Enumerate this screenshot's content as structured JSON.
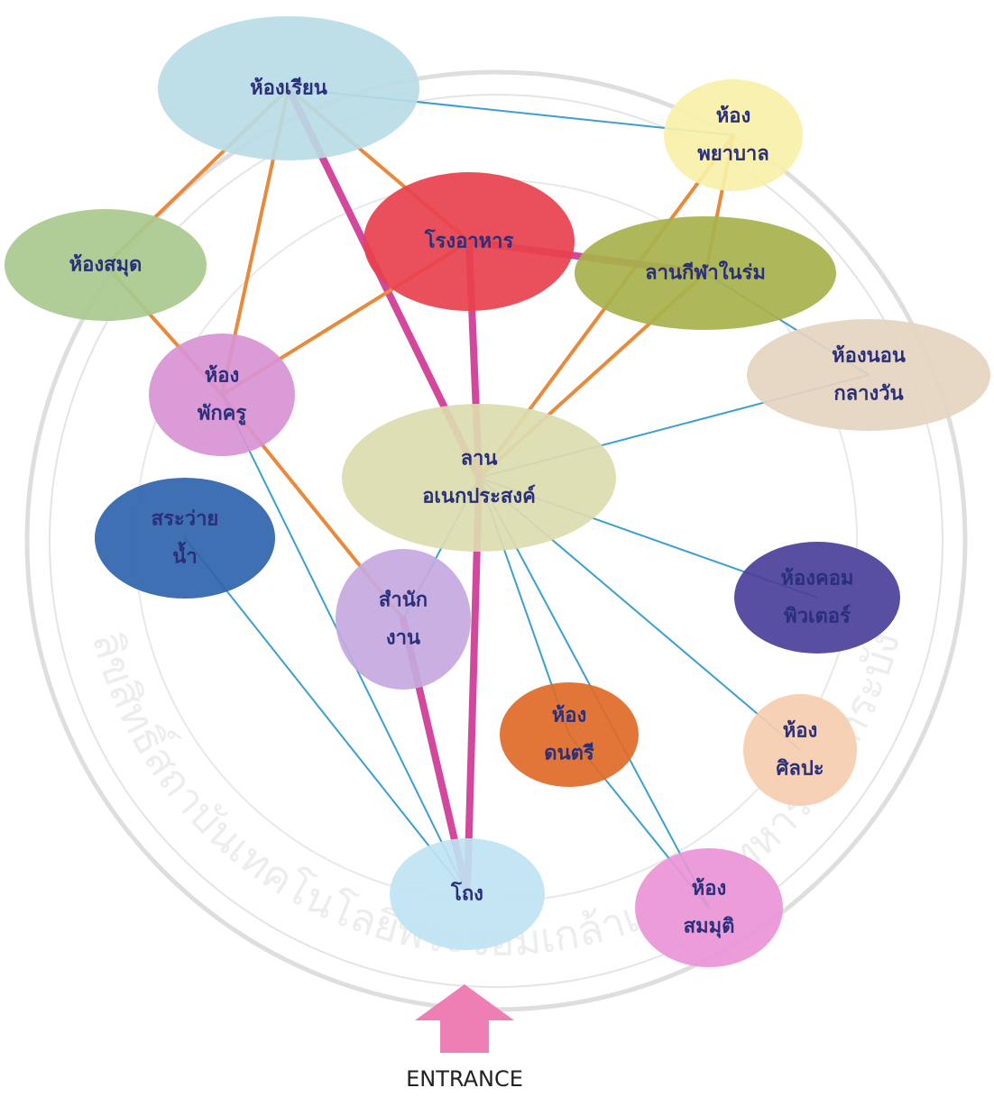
{
  "nodes": [
    {
      "key": "classroom",
      "lines": [
        "ห้องเรียน"
      ],
      "color": "#b9dbe6"
    },
    {
      "key": "nurse",
      "lines": [
        "ห้อง",
        "พยาบาล"
      ],
      "color": "#f7f0a8"
    },
    {
      "key": "library",
      "lines": [
        "ห้องสมุด"
      ],
      "color": "#a9c98e"
    },
    {
      "key": "canteen",
      "lines": [
        "โรงอาหาร"
      ],
      "color": "#e8414e"
    },
    {
      "key": "indoor_sport",
      "lines": [
        "ลานกีฬาในร่ม"
      ],
      "color": "#a7b24c"
    },
    {
      "key": "nap_room",
      "lines": [
        "ห้องนอน",
        "กลางวัน"
      ],
      "color": "#e5d4c0"
    },
    {
      "key": "teacher_room",
      "lines": [
        "ห้อง",
        "พักครู"
      ],
      "color": "#d893d4"
    },
    {
      "key": "plaza",
      "lines": [
        "ลาน",
        "อเนกประสงค์"
      ],
      "color": "#dcdcb0"
    },
    {
      "key": "pool",
      "lines": [
        "สระว่าย",
        "น้ำ"
      ],
      "color": "#2f64ad"
    },
    {
      "key": "office",
      "lines": [
        "สำนัก",
        "งาน"
      ],
      "color": "#c6a9e0"
    },
    {
      "key": "computer",
      "lines": [
        "ห้องคอม",
        "พิวเตอร์"
      ],
      "color": "#4a3f9a"
    },
    {
      "key": "music",
      "lines": [
        "ห้อง",
        "ดนตรี"
      ],
      "color": "#e06a28"
    },
    {
      "key": "art",
      "lines": [
        "ห้อง",
        "ศิลปะ"
      ],
      "color": "#f5cdb0"
    },
    {
      "key": "hall",
      "lines": [
        "โถง"
      ],
      "color": "#bfe3f2"
    },
    {
      "key": "simulation",
      "lines": [
        "ห้อง",
        "สมมุติ"
      ],
      "color": "#ea95d6"
    }
  ],
  "links": [
    {
      "from": "classroom",
      "to": "nurse",
      "kind": "blue"
    },
    {
      "from": "classroom",
      "to": "library",
      "kind": "orange"
    },
    {
      "from": "classroom",
      "to": "teacher_room",
      "kind": "orange"
    },
    {
      "from": "classroom",
      "to": "canteen",
      "kind": "orange"
    },
    {
      "from": "classroom",
      "to": "plaza",
      "kind": "pink"
    },
    {
      "from": "nurse",
      "to": "indoor_sport",
      "kind": "orange"
    },
    {
      "from": "nurse",
      "to": "plaza",
      "kind": "orange"
    },
    {
      "from": "library",
      "to": "teacher_room",
      "kind": "orange"
    },
    {
      "from": "canteen",
      "to": "teacher_room",
      "kind": "orange"
    },
    {
      "from": "canteen",
      "to": "plaza",
      "kind": "pink"
    },
    {
      "from": "canteen",
      "to": "indoor_sport",
      "kind": "pink"
    },
    {
      "from": "indoor_sport",
      "to": "plaza",
      "kind": "orange"
    },
    {
      "from": "indoor_sport",
      "to": "nap_room",
      "kind": "blue"
    },
    {
      "from": "nap_room",
      "to": "plaza",
      "kind": "blue"
    },
    {
      "from": "teacher_room",
      "to": "office",
      "kind": "orange"
    },
    {
      "from": "teacher_room",
      "to": "hall",
      "kind": "blue"
    },
    {
      "from": "pool",
      "to": "hall",
      "kind": "blue"
    },
    {
      "from": "plaza",
      "to": "office",
      "kind": "blue"
    },
    {
      "from": "plaza",
      "to": "computer",
      "kind": "blue"
    },
    {
      "from": "plaza",
      "to": "music",
      "kind": "blue"
    },
    {
      "from": "plaza",
      "to": "art",
      "kind": "blue"
    },
    {
      "from": "plaza",
      "to": "simulation",
      "kind": "blue"
    },
    {
      "from": "plaza",
      "to": "hall",
      "kind": "pink"
    },
    {
      "from": "office",
      "to": "hall",
      "kind": "pink"
    },
    {
      "from": "music",
      "to": "simulation",
      "kind": "blue"
    }
  ],
  "link_colors": {
    "blue": "#3b9fd0",
    "orange": "#e9893a",
    "pink": "#d3479c"
  },
  "arrow_color": "#ee7fb4",
  "entrance_label": "ENTRANCE",
  "watermark": {
    "text": "ลิขสิทธิ์สถาบันเทคโนโลยีพระจอมเกล้าเจ้าคุณทหารลาดกระบัง",
    "color": "#9a9a9a"
  }
}
